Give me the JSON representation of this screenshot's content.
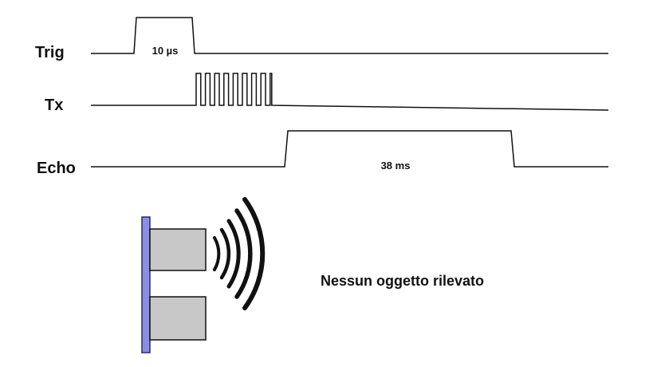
{
  "signals": {
    "trig": {
      "label": "Trig",
      "pulse_duration": "10 µs"
    },
    "tx": {
      "label": "Tx"
    },
    "echo": {
      "label": "Echo",
      "pulse_duration": "38 ms"
    }
  },
  "sensor": {
    "status": "Nessun oggetto rilevato"
  },
  "colors": {
    "line": "#111111",
    "sensor_board": "#8a8fe0",
    "sensor_board_edge": "#2a2a6a",
    "transducer_fill": "#c8c8c8",
    "transducer_edge": "#111111",
    "wave_arc": "#111111"
  }
}
